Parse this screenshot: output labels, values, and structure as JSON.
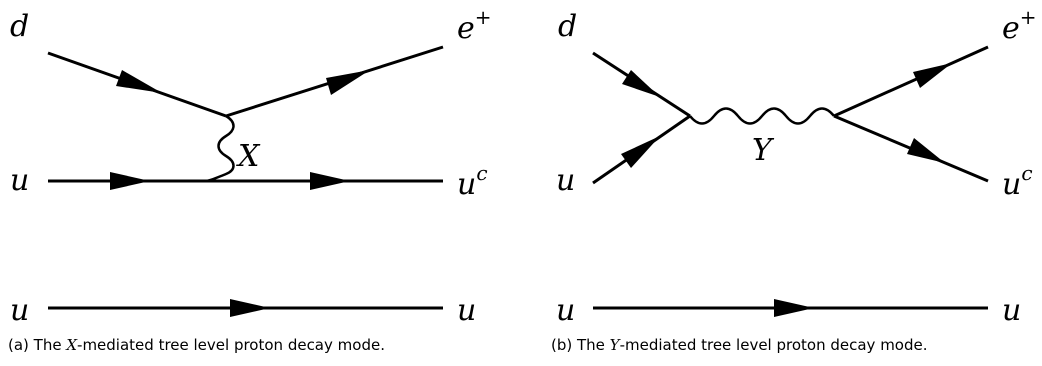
{
  "diagram_a": {
    "labels": {
      "top_left": "d",
      "top_right": "e",
      "top_right_sup": "+",
      "mid_left": "u",
      "mid_right": "u",
      "mid_right_sup": "c",
      "boson": "X",
      "bottom_left": "u",
      "bottom_right": "u"
    },
    "caption_prefix": "(a) The ",
    "caption_symbol": "X",
    "caption_suffix": "-mediated tree level proton decay mode."
  },
  "diagram_b": {
    "labels": {
      "top_left": "d",
      "top_right": "e",
      "top_right_sup": "+",
      "mid_left": "u",
      "mid_right": "u",
      "mid_right_sup": "c",
      "boson": "Y",
      "bottom_left": "u",
      "bottom_right": "u"
    },
    "caption_prefix": "(b) The ",
    "caption_symbol": "Y",
    "caption_suffix": "-mediated tree level proton decay mode."
  }
}
